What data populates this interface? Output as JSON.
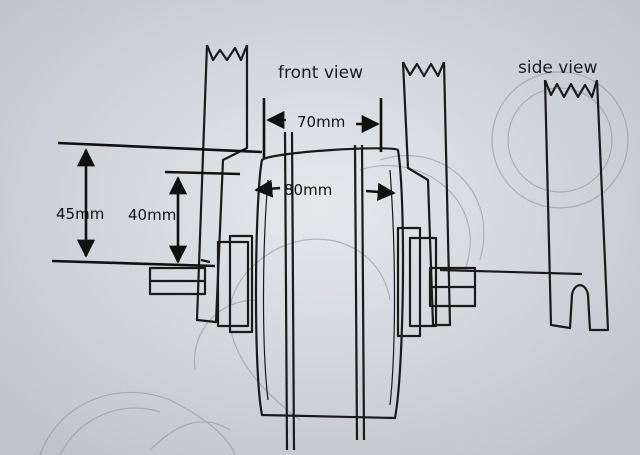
{
  "labels": {
    "front_view": "front view",
    "side_view": "side view"
  },
  "dimensions": {
    "width_inner": "70mm",
    "width_outer": "80mm",
    "height_outer": "45mm",
    "height_inner": "40mm"
  },
  "colors": {
    "paper": "#d8dbe0",
    "ink": "#1a1a1a",
    "watermark": "#7a7d84"
  }
}
